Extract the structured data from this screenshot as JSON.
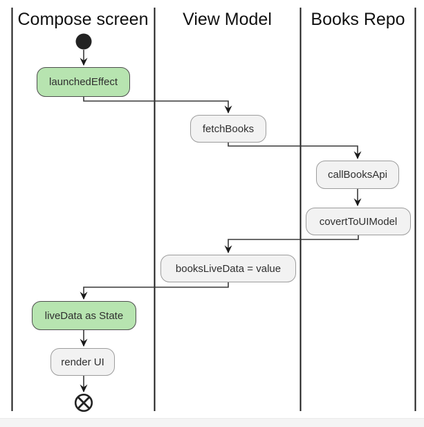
{
  "lanes": [
    {
      "title": "Compose screen"
    },
    {
      "title": "View Model"
    },
    {
      "title": "Books Repo"
    }
  ],
  "nodes": {
    "start": {
      "type": "initial-node",
      "lane": "Compose screen"
    },
    "launchedEffect": {
      "label": "launchedEffect",
      "kind": "highlight",
      "lane": "Compose screen"
    },
    "fetchBooks": {
      "label": "fetchBooks",
      "kind": "normal",
      "lane": "View Model"
    },
    "callBooksApi": {
      "label": "callBooksApi",
      "kind": "normal",
      "lane": "Books Repo"
    },
    "covertToUIModel": {
      "label": "covertToUIModel",
      "kind": "normal",
      "lane": "Books Repo"
    },
    "booksLiveData": {
      "label": "booksLiveData = value",
      "kind": "normal",
      "lane": "View Model"
    },
    "liveDataAsState": {
      "label": "liveData as State",
      "kind": "highlight",
      "lane": "Compose screen"
    },
    "renderUI": {
      "label": "render UI",
      "kind": "normal",
      "lane": "Compose screen"
    },
    "end": {
      "type": "final-node",
      "lane": "Compose screen"
    }
  },
  "edges": [
    {
      "from": "start",
      "to": "launchedEffect"
    },
    {
      "from": "launchedEffect",
      "to": "fetchBooks"
    },
    {
      "from": "fetchBooks",
      "to": "callBooksApi"
    },
    {
      "from": "callBooksApi",
      "to": "covertToUIModel"
    },
    {
      "from": "covertToUIModel",
      "to": "booksLiveData"
    },
    {
      "from": "booksLiveData",
      "to": "liveDataAsState"
    },
    {
      "from": "liveDataAsState",
      "to": "renderUI"
    },
    {
      "from": "renderUI",
      "to": "end"
    }
  ],
  "colors": {
    "highlight_fill": "#b7e4b0",
    "highlight_border": "#4d4d4d",
    "normal_fill": "#f2f2f2",
    "normal_border": "#9c9c9c",
    "connector": "#383838",
    "lane_line": "#1a1a1a",
    "text": "#2f2f2f",
    "bottom_strip": "#f4f4f4"
  }
}
